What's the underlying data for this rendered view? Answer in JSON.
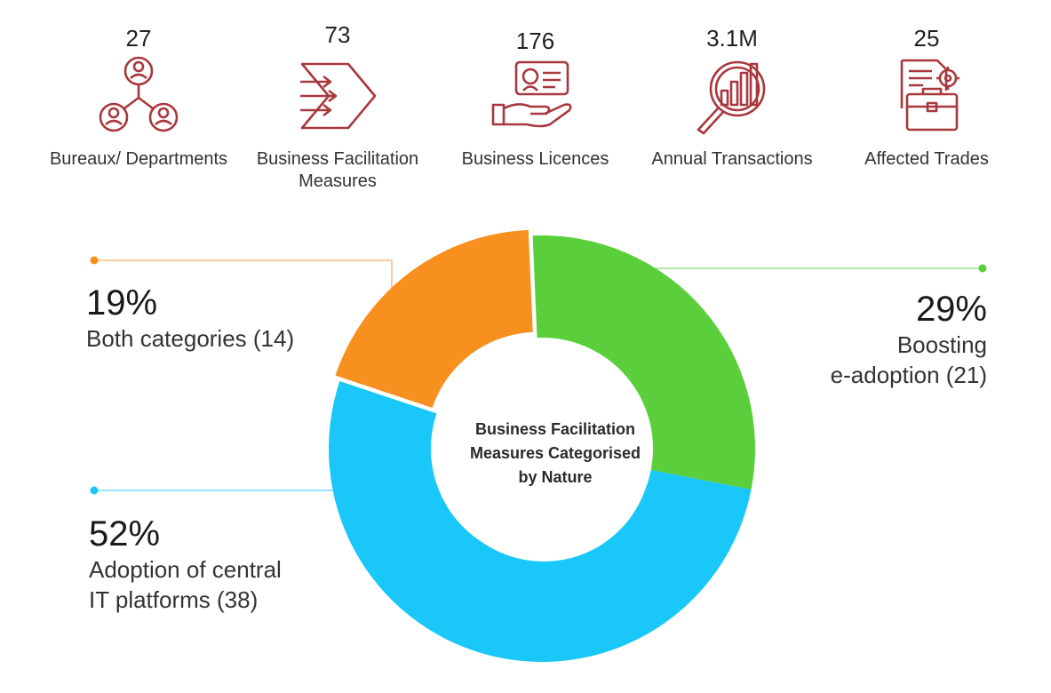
{
  "stats": [
    {
      "value": "27",
      "label_lines": [
        "Bureaux/ Departments"
      ],
      "icon": "people-network-icon"
    },
    {
      "value": "73",
      "label_lines": [
        "Business Facilitation",
        "Measures"
      ],
      "icon": "arrows-right-icon"
    },
    {
      "value": "176",
      "label_lines": [
        "Business Licences"
      ],
      "icon": "licence-card-hand-icon"
    },
    {
      "value": "3.1M",
      "label_lines": [
        "Annual Transactions"
      ],
      "icon": "magnifier-bar-chart-icon"
    },
    {
      "value": "25",
      "label_lines": [
        "Affected Trades"
      ],
      "icon": "briefcase-document-icon"
    }
  ],
  "colors": {
    "icon": "#a8383e",
    "both": "#f7901e",
    "boosting": "#5bcf3b",
    "adoption": "#19c8f8"
  },
  "chart_data": {
    "type": "pie",
    "title": "Business Facilitation Measures Categorised by Nature",
    "title_lines": [
      "Business Facilitation",
      "Measures Categorised",
      "by Nature"
    ],
    "series": [
      {
        "name": "Boosting e-adoption",
        "value": 21,
        "percent": "29%",
        "label_lines": [
          "Boosting",
          "e-adoption (21)"
        ],
        "color": "#5bcf3b"
      },
      {
        "name": "Adoption of central IT platforms",
        "value": 38,
        "percent": "52%",
        "label_lines": [
          "Adoption of central",
          "IT platforms (38)"
        ],
        "color": "#19c8f8"
      },
      {
        "name": "Both categories",
        "value": 14,
        "percent": "19%",
        "label_lines": [
          "Both categories (14)"
        ],
        "color": "#f7901e"
      }
    ]
  }
}
